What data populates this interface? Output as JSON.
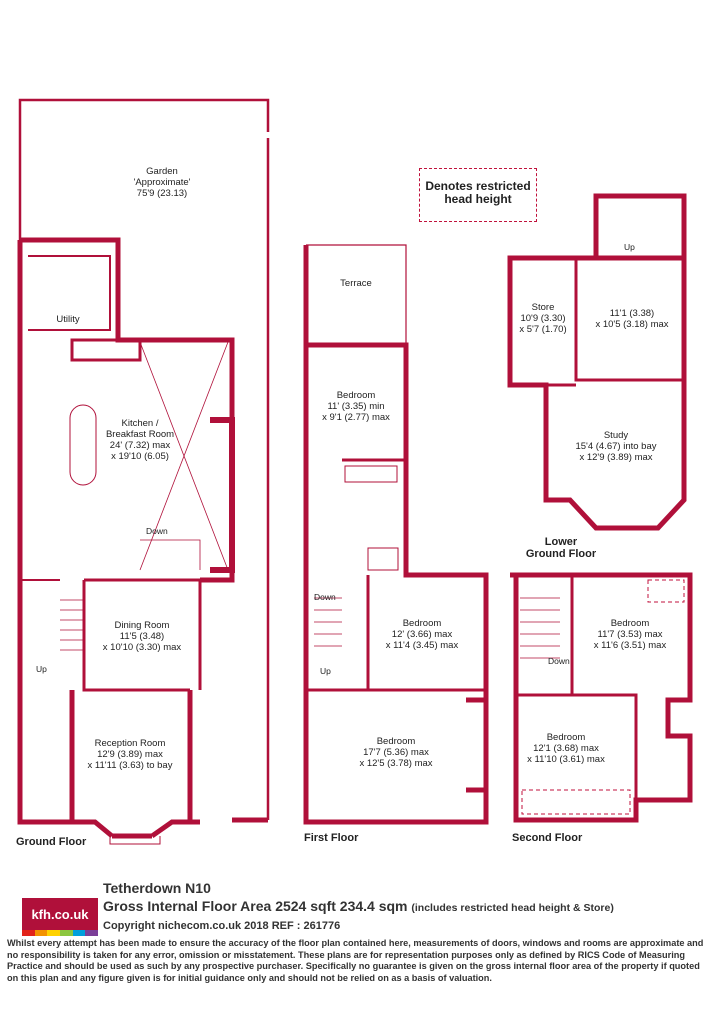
{
  "legend": {
    "line1": "Denotes restricted",
    "line2": "head height"
  },
  "garden": {
    "name": "Garden",
    "note": "'Approximate'",
    "dims": "75'9 (23.13)"
  },
  "terrace": "Terrace",
  "rooms": {
    "utility": "Utility",
    "kitchen": {
      "l1": "Kitchen /",
      "l2": "Breakfast Room",
      "l3": "24' (7.32) max",
      "l4": "x 19'10 (6.05)"
    },
    "dining": {
      "l1": "Dining Room",
      "l2": "11'5 (3.48)",
      "l3": "x 10'10 (3.30) max"
    },
    "reception": {
      "l1": "Reception Room",
      "l2": "12'9 (3.89) max",
      "l3": "x 11'11 (3.63) to bay"
    },
    "ff_bed_rear": {
      "l1": "Bedroom",
      "l2": "11' (3.35) min",
      "l3": "x 9'1 (2.77) max"
    },
    "ff_bed_mid": {
      "l1": "Bedroom",
      "l2": "12' (3.66) max",
      "l3": "x 11'4 (3.45) max"
    },
    "ff_bed_front": {
      "l1": "Bedroom",
      "l2": "17'7 (5.36) max",
      "l3": "x 12'5 (3.78) max"
    },
    "store": {
      "l1": "Store",
      "l2": "10'9 (3.30)",
      "l3": "x 5'7 (1.70)"
    },
    "lg_room": {
      "l1": "11'1 (3.38)",
      "l2": "x 10'5 (3.18) max"
    },
    "study": {
      "l1": "Study",
      "l2": "15'4 (4.67) into bay",
      "l3": "x 12'9 (3.89) max"
    },
    "sf_bed_rear": {
      "l1": "Bedroom",
      "l2": "11'7 (3.53) max",
      "l3": "x 11'6 (3.51) max"
    },
    "sf_bed_front": {
      "l1": "Bedroom",
      "l2": "12'1 (3.68) max",
      "l3": "x 11'10 (3.61) max"
    }
  },
  "stairs": {
    "down": "Down",
    "up": "Up"
  },
  "floors": {
    "ground": "Ground Floor",
    "first": "First Floor",
    "lower1": "Lower",
    "lower2": "Ground Floor",
    "second": "Second Floor"
  },
  "footer": {
    "address": "Tetherdown  N10",
    "gia": "Gross Internal Floor Area 2524 sqft 234.4 sqm",
    "gia_note": "(includes restricted head height & Store)",
    "copyright": "Copyright nichecom.co.uk 2018 REF : 261776",
    "logo": "kfh.co.uk",
    "disclaimer": "Whilst every attempt has been made to ensure the accuracy of the floor plan contained here, measurements of doors, windows and rooms are approximate and no responsibility is taken for any error, omission or misstatement.  These plans are for representation purposes only as defined by RICS Code of Measuring Practice and should be used as such by any prospective purchaser.  Specifically no guarantee is given on the gross internal floor area of the property if quoted on this plan and any figure given is for initial guidance only and should not be relied on as a basis of valuation."
  },
  "colors": {
    "wall": "#b0103a",
    "dash": "#c0123c",
    "logo_bar": [
      "#e2231a",
      "#f39200",
      "#ffd200",
      "#8cc63f",
      "#00a0dc",
      "#7b3f98"
    ]
  }
}
